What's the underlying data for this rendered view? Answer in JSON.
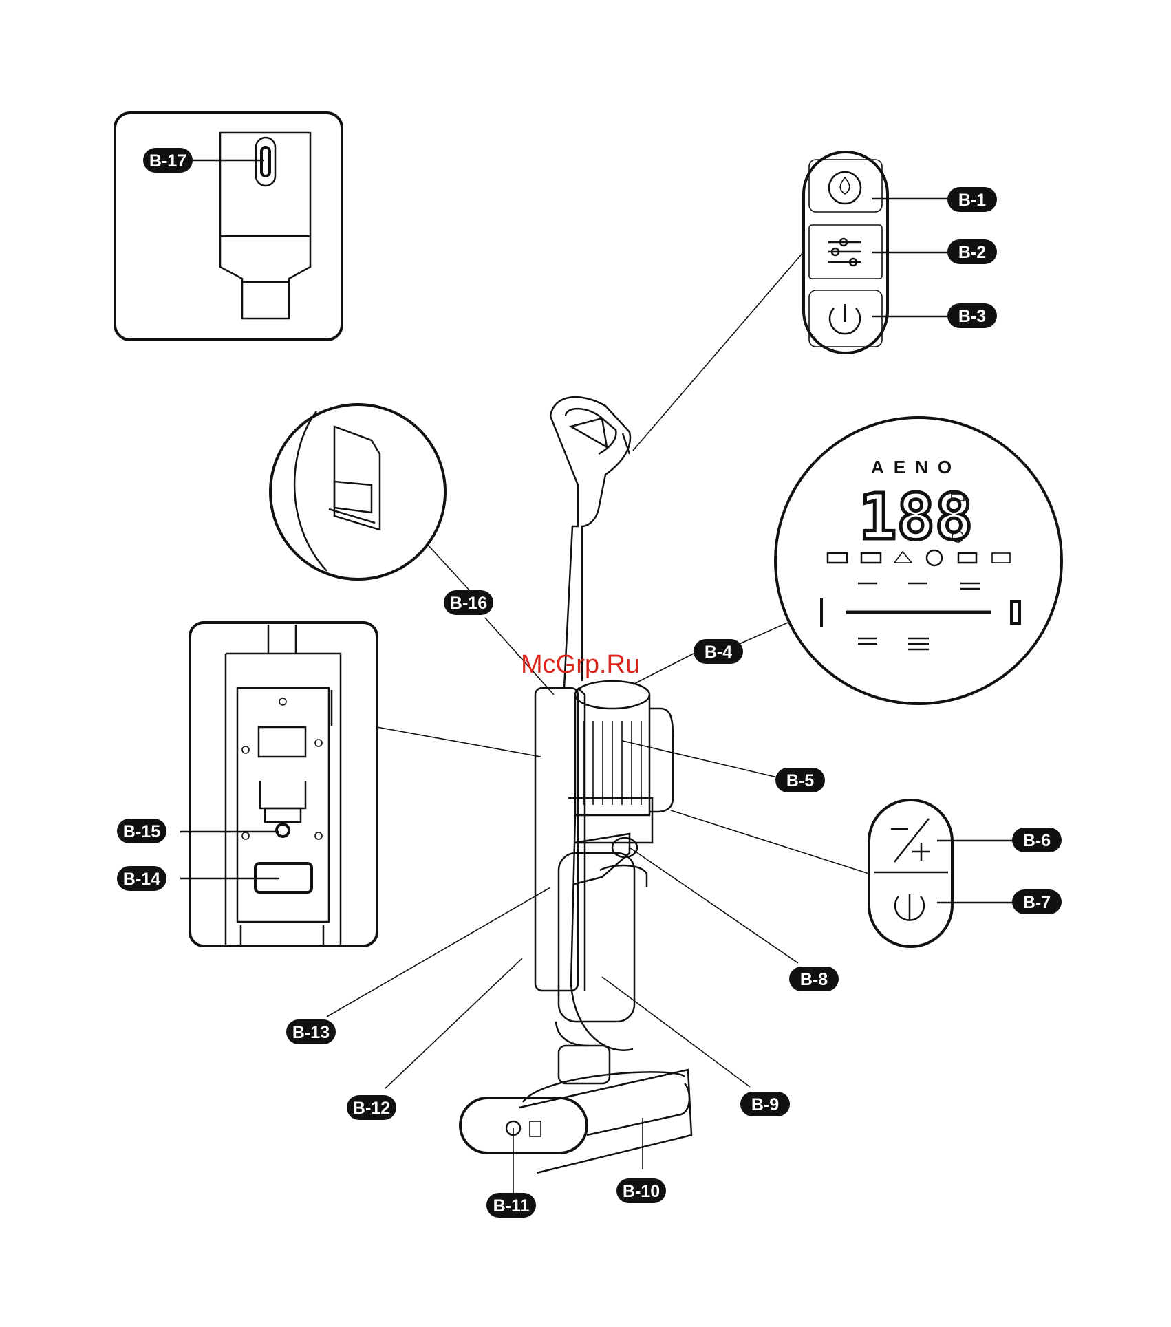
{
  "watermark": "McGrp.Ru",
  "display": {
    "mode_letters": "AENO",
    "digits": "188"
  },
  "callouts": [
    {
      "id": "b1",
      "label": "B-1"
    },
    {
      "id": "b2",
      "label": "B-2"
    },
    {
      "id": "b3",
      "label": "B-3"
    },
    {
      "id": "b4",
      "label": "B-4"
    },
    {
      "id": "b5",
      "label": "B-5"
    },
    {
      "id": "b6",
      "label": "B-6"
    },
    {
      "id": "b7",
      "label": "B-7"
    },
    {
      "id": "b8",
      "label": "B-8"
    },
    {
      "id": "b9",
      "label": "B-9"
    },
    {
      "id": "b10",
      "label": "B-10"
    },
    {
      "id": "b11",
      "label": "B-11"
    },
    {
      "id": "b12",
      "label": "B-12"
    },
    {
      "id": "b13",
      "label": "B-13"
    },
    {
      "id": "b14",
      "label": "B-14"
    },
    {
      "id": "b15",
      "label": "B-15"
    },
    {
      "id": "b16",
      "label": "B-16"
    },
    {
      "id": "b17",
      "label": "B-17"
    }
  ],
  "colors": {
    "line": "#111111",
    "callout_fill": "#111111",
    "callout_text": "#ffffff",
    "watermark": "#d9261c"
  }
}
